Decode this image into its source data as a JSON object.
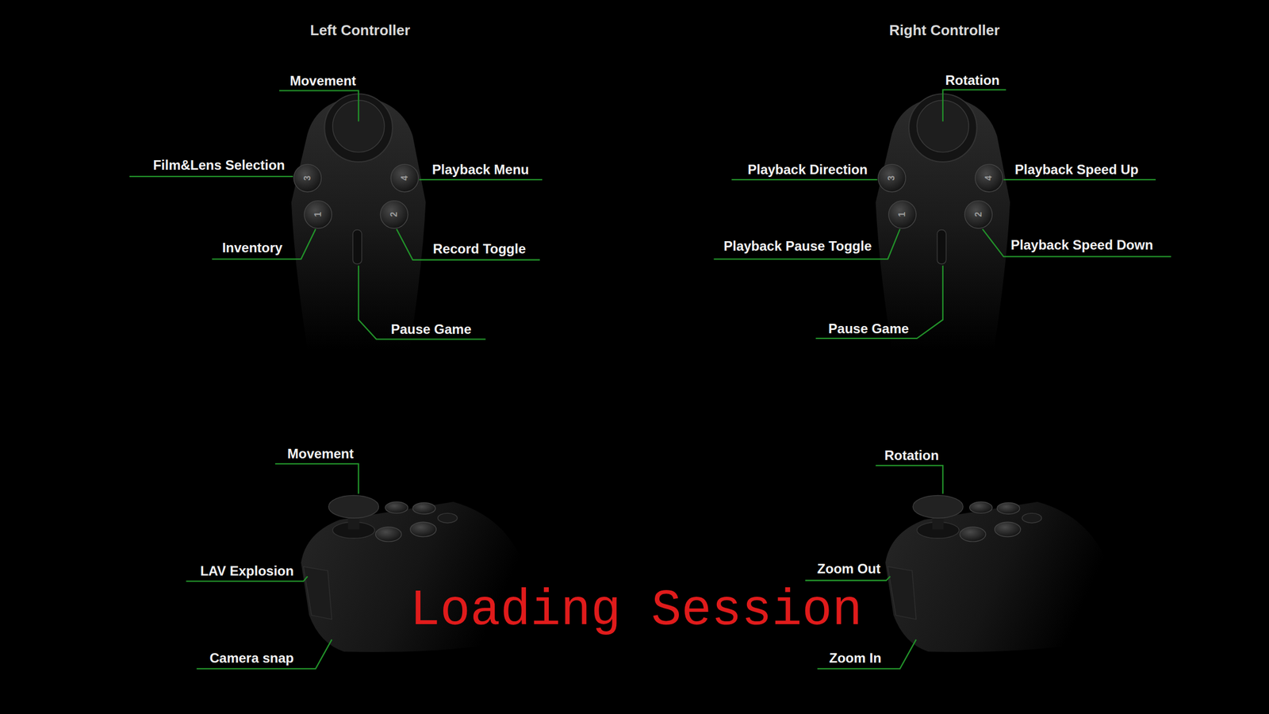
{
  "diagram": {
    "labels": [
      "Left Controller",
      "Right Controller",
      "Movement",
      "Film&Lens Selection",
      "3",
      "4",
      "Playback Menu",
      "Inventory",
      "1",
      "2",
      "Record Toggle",
      "Pause Game",
      "Rotation",
      "Playback Direction",
      "3",
      "4",
      "Playback Speed Up",
      "Playback Pause Toggle",
      "1",
      "2",
      "Playback Speed Down",
      "Pause Game",
      "Movement",
      "LAV Explosion",
      "Camera snap",
      "Loading Session",
      "Rotation",
      "Zoom Out",
      "Zoom In"
    ]
  }
}
